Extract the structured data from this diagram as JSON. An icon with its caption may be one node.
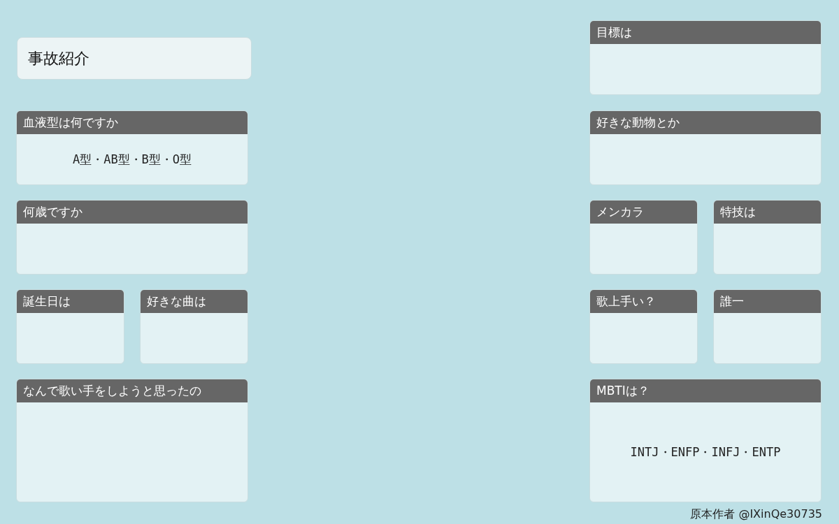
{
  "diagram": {
    "nodes": [
      {
        "text": [
          "事故紹介"
        ]
      },
      {
        "text": [
          "目標は"
        ]
      },
      {
        "text": [
          "血液型は何ですか",
          "A型・AB型・B型・O型"
        ]
      },
      {
        "text": [
          "好きな動物とか"
        ]
      },
      {
        "text": [
          "何歳ですか"
        ]
      },
      {
        "text": [
          "メンカラ"
        ]
      },
      {
        "text": [
          "特技は"
        ]
      },
      {
        "text": [
          "誕生日は"
        ]
      },
      {
        "text": [
          "好きな曲は"
        ]
      },
      {
        "text": [
          "歌上手い？"
        ]
      },
      {
        "text": [
          "誰一"
        ]
      },
      {
        "text": [
          "なんで歌い手をしようと思ったの"
        ]
      },
      {
        "text": [
          "MBTIは？",
          "INTJ・ENFP・INFJ・ENTP"
        ]
      }
    ],
    "edges": [],
    "labels": [
      "原本作者 @IXinQe30735"
    ]
  }
}
